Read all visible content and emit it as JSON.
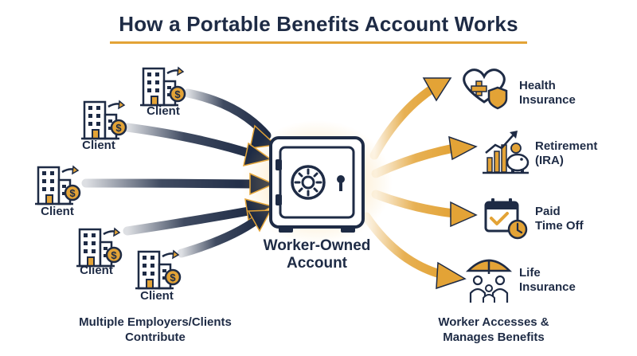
{
  "title": "How a Portable Benefits Account Works",
  "colors": {
    "navy": "#1e2b45",
    "gold": "#e3a336",
    "glow": "#f7c66a"
  },
  "clients": [
    {
      "label": "Client",
      "icon": "office-building-dollar-icon"
    },
    {
      "label": "Client",
      "icon": "office-building-dollar-icon"
    },
    {
      "label": "Client",
      "icon": "office-building-dollar-icon"
    },
    {
      "label": "Client",
      "icon": "office-building-dollar-icon"
    },
    {
      "label": "Client",
      "icon": "office-building-dollar-icon"
    }
  ],
  "left_caption": {
    "line1": "Multiple Employers/Clients",
    "line2": "Contribute"
  },
  "center": {
    "line1": "Worker-Owned",
    "line2": "Account",
    "icon": "safe-icon"
  },
  "benefits": [
    {
      "line1": "Health",
      "line2": "Insurance",
      "icon": "heart-shield-icon"
    },
    {
      "line1": "Retirement",
      "line2": "(IRA)",
      "icon": "growth-chart-piggy-bank-icon"
    },
    {
      "line1": "Paid",
      "line2": "Time Off",
      "icon": "calendar-clock-icon"
    },
    {
      "line1": "Life",
      "line2": "Insurance",
      "icon": "umbrella-family-icon"
    }
  ],
  "right_caption": {
    "line1": "Worker Accesses &",
    "line2": "Manages Benefits"
  }
}
